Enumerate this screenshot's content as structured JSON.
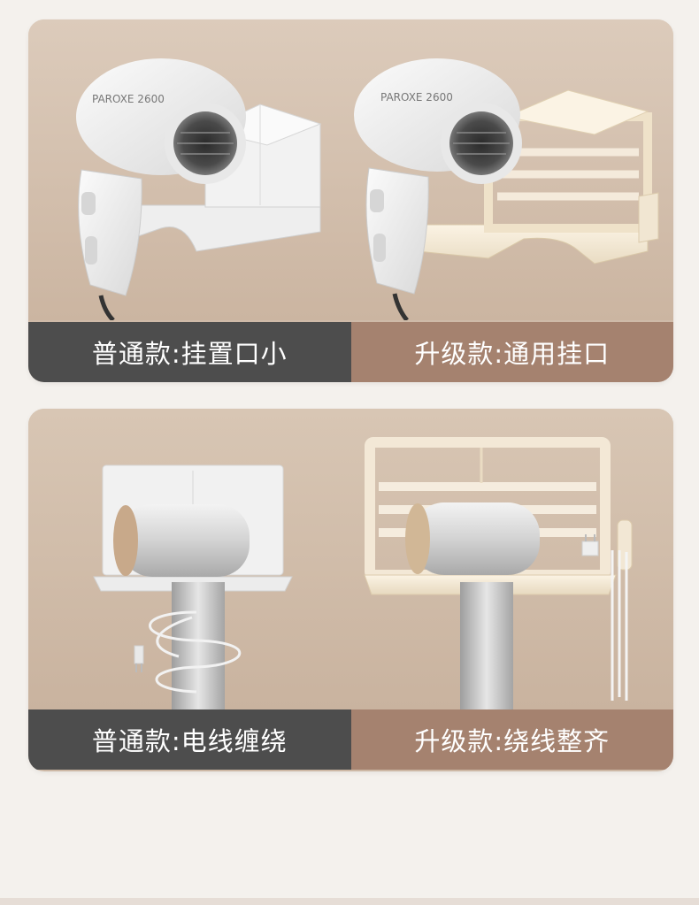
{
  "cards": [
    {
      "regular_caption": "普通款:挂置口小",
      "upgrade_caption": "升级款:通用挂口",
      "dryer_brand_left": "PAROXE 2600",
      "dryer_brand_right": "PAROXE 2600"
    },
    {
      "regular_caption": "普通款:电线缠绕",
      "upgrade_caption": "升级款:绕线整齐"
    }
  ],
  "colors": {
    "regular_bar": "#4d4d4d",
    "upgrade_bar": "#a5826f",
    "card_bg": "#d4c0ad",
    "page_bg": "#f4f1ed"
  }
}
